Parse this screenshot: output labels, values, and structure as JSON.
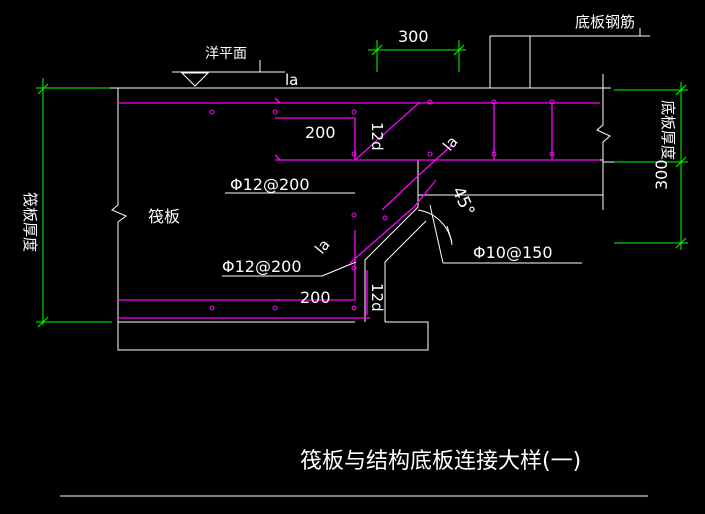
{
  "title": "筏板与结构底板连接大样(一)",
  "labels": {
    "water_level": "洋平面",
    "la_top": "la",
    "raft_slab": "筏板",
    "bottom_rebar": "底板钢筋",
    "raft_thickness": "筏板厚度",
    "bottom_slab_thickness": "底板厚度",
    "dim_300_top": "300",
    "dim_300_right": "300",
    "dim_200_upper": "200",
    "dim_200_lower": "200",
    "dim_12d_upper": "12d",
    "dim_12d_lower": "12d",
    "la_diag_upper": "la",
    "la_diag_lower": "la",
    "angle": "45°",
    "rebar_1": "Φ12@200",
    "rebar_2": "Φ12@200",
    "rebar_3": "Φ10@150"
  },
  "colors": {
    "background": "#000000",
    "outline": "#ffffff",
    "rebar": "#ff00ff",
    "dimension": "#00ff00",
    "text": "#ffffff"
  }
}
